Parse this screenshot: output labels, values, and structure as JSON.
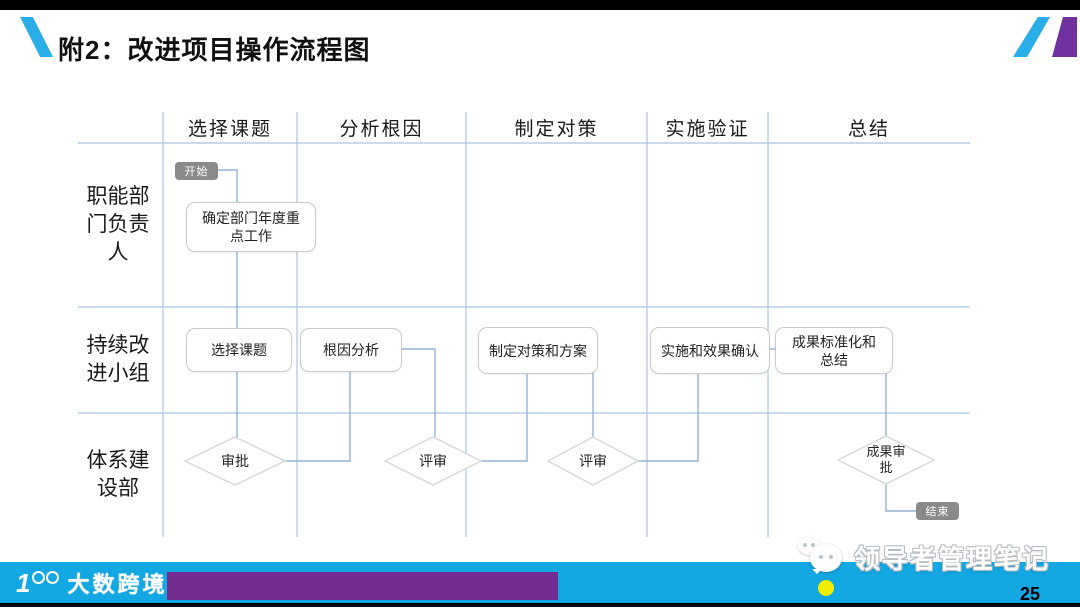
{
  "title": "附2：改进项目操作流程图",
  "page_number": "25",
  "columns": [
    "选择课题",
    "分析根因",
    "制定对策",
    "实施验证",
    "总结"
  ],
  "rows": [
    "职能部门负责人",
    "持续改进小组",
    "体系建设部"
  ],
  "nodes": {
    "start": "开始",
    "end": "结束",
    "box1": "确定部门年度重点工作",
    "box2": "选择课题",
    "box3": "根因分析",
    "box4": "制定对策和方案",
    "box5": "实施和效果确认",
    "box6": "成果标准化和总结",
    "d1": "审批",
    "d2": "评审",
    "d3": "评审",
    "d4": "成果审批"
  },
  "footer": {
    "brand": "大数跨境",
    "watermark": "领导者管理笔记"
  },
  "colors": {
    "accent_blue": "#29aee8",
    "accent_purple": "#7030a0",
    "footer_blue": "#13a7e3",
    "footer_purple": "#752c90",
    "yellow_dot": "#f2ee00",
    "badge_gray": "#8a8a8a",
    "line_blue": "#a9c4e2",
    "conn_blue": "#93b2d6",
    "shape_gray": "#d8d8d8",
    "box_border": "#c9c9c9"
  }
}
